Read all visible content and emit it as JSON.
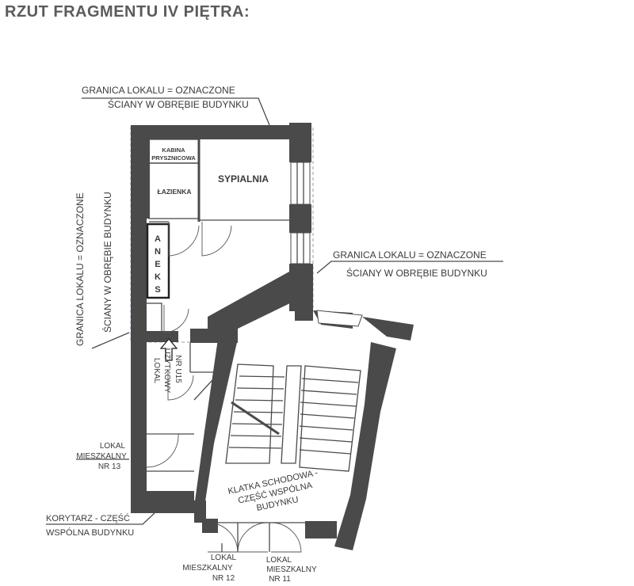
{
  "title": "RZUT FRAGMENTU IV PIĘTRA:",
  "boundary_note": {
    "line1": "GRANICA LOKALU = OZNACZONE",
    "line2": "ŚCIANY W OBRĘBIE BUDYNKU"
  },
  "rooms": {
    "shower": {
      "line1": "KABINA",
      "line2": "PRYSZNICOWA"
    },
    "bathroom": "ŁAZIENKA",
    "bedroom": "SYPIALNIA",
    "kitchenette": [
      "A",
      "N",
      "E",
      "K",
      "S"
    ],
    "staircase": {
      "line1": "KLATKA SCHODOWA -",
      "line2": "CZĘŚĆ WSPÓLNA",
      "line3": "BUDYNKU"
    },
    "commercial": {
      "line1": "LOKAL",
      "line2": "UŻYTKOWY",
      "line3": "NR U15"
    },
    "flat13": {
      "line1": "LOKAL",
      "line2": "MIESZKALNY",
      "line3": "NR 13"
    },
    "corridor": {
      "line1": "KORYTARZ - CZĘŚĆ",
      "line2": "WSPÓLNA BUDYNKU"
    },
    "flat12": {
      "line1": "LOKAL",
      "line2": "MIESZKALNY",
      "line3": "NR 12"
    },
    "flat11": {
      "line1": "LOKAL",
      "line2": "MIESZKALNY",
      "line3": "NR 11"
    }
  },
  "colors": {
    "wall": "#4a4a4a",
    "boundary": "#8aa3b8",
    "title": "#5b5b5b"
  }
}
